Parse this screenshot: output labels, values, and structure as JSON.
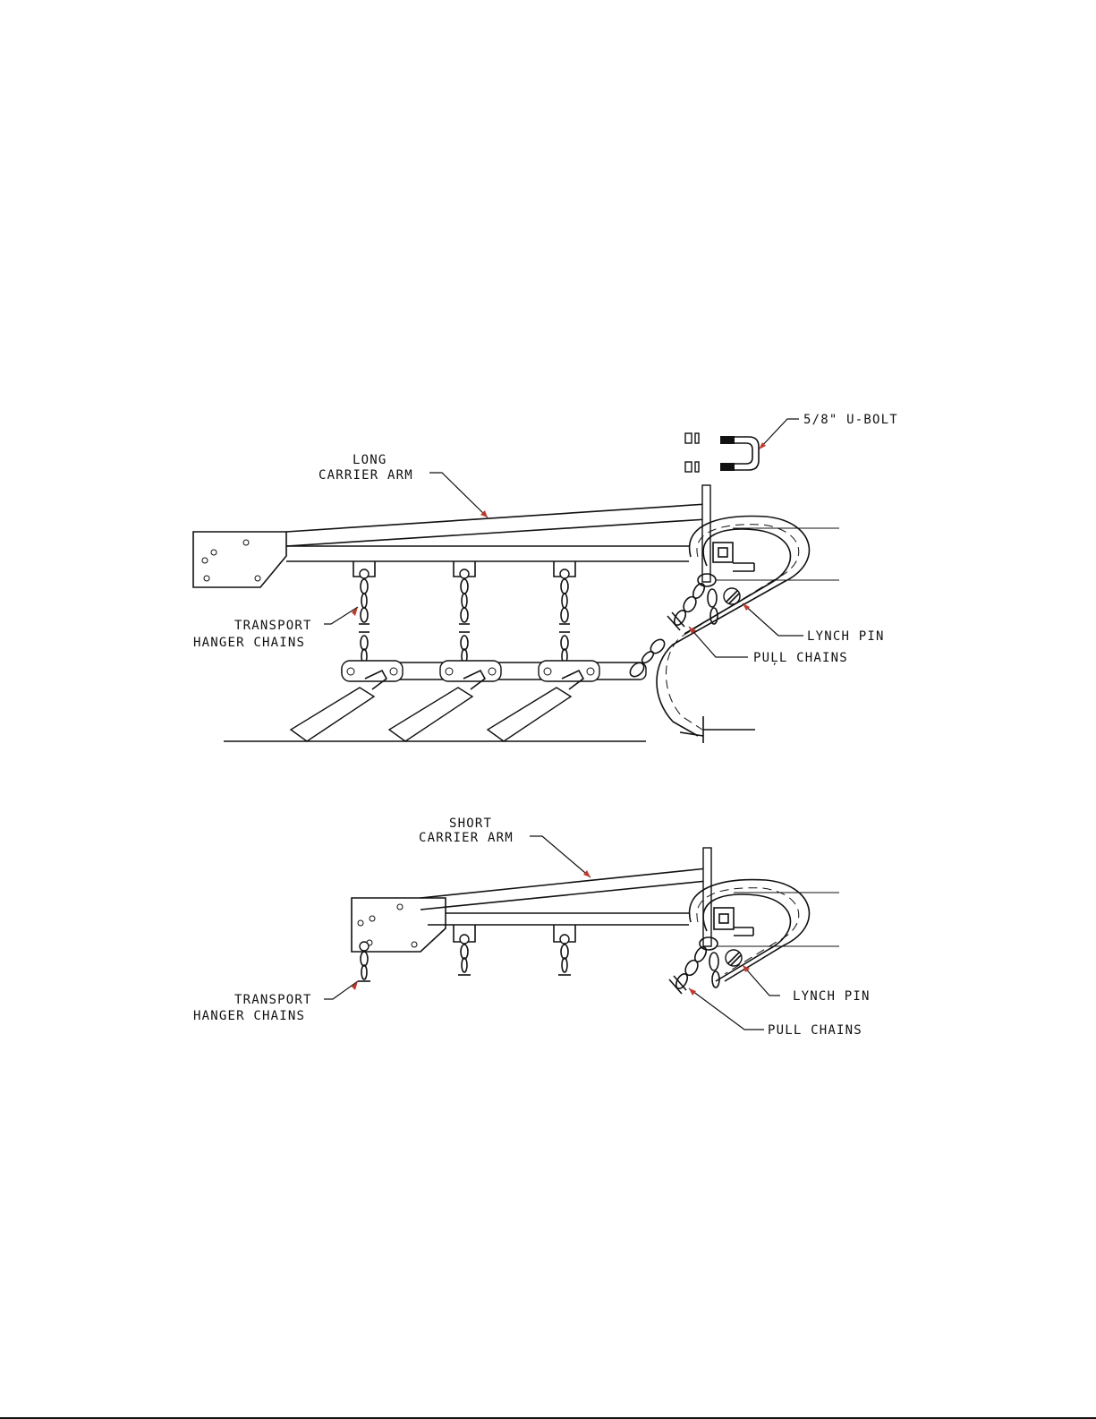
{
  "labels": {
    "ubolt": "5/8\" U-BOLT",
    "long_arm_1": "LONG",
    "long_arm_2": "CARRIER ARM",
    "transport_top_1": "TRANSPORT",
    "transport_top_2": "HANGER CHAINS",
    "lynch_top": "LYNCH PIN",
    "pull_top": "PUĻL CHAINS",
    "short_arm_1": "SHORT",
    "short_arm_2": "CARRIER ARM",
    "transport_bot_1": "TRANSPORT",
    "transport_bot_2": "HANGER CHAINS",
    "lynch_bot": "LYNCH PIN",
    "pull_bot": "PULL CHAINS"
  },
  "colors": {
    "line": "#111111",
    "leader_tip": "#c0392b"
  }
}
